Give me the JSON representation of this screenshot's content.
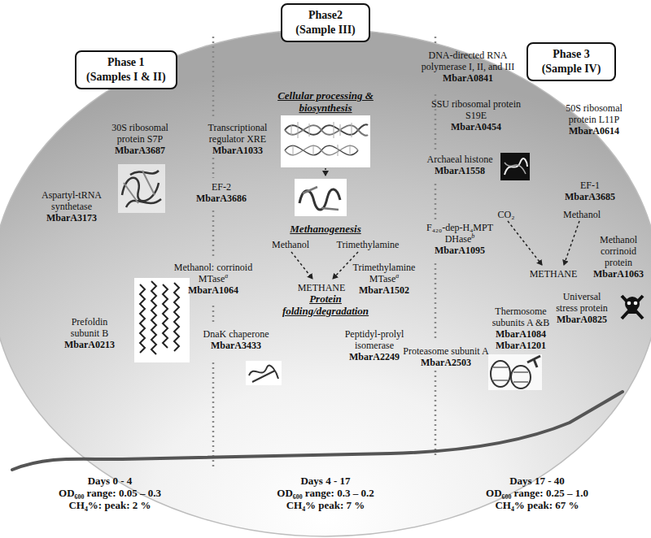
{
  "diagram": {
    "nodes": [
      {
        "text": [
          "Phase 1",
          "(Samples I & II)"
        ]
      },
      {
        "text": [
          "Phase2",
          "(Sample III)"
        ]
      },
      {
        "text": [
          "Phase 3",
          "(Sample IV)"
        ]
      }
    ],
    "labels": [
      "Cellular processing & biosynthesis",
      "Methanogenesis",
      "Protein folding/degradation",
      "30S ribosomal protein S7P",
      "MbarA3687",
      "Aspartyl-tRNA synthetase",
      "MbarA3173",
      "Prefoldin subunit B",
      "MbarA0213",
      "Transcriptional regulator XRE",
      "MbarA1033",
      "EF-2",
      "MbarA3686",
      "Methanol",
      "Trimethylamine",
      "Methanol: corrinoid MTase",
      "a",
      "MbarA1064",
      "Trimethylamine MTase",
      "a",
      "MbarA1502",
      "METHANE",
      "DnaK chaperone",
      "MbarA3433",
      "Peptidyl-prolyl isomerase",
      "MbarA2249",
      "DNA-directed RNA polymerase I, II, and III",
      "MbarA0841",
      "SSU ribosomal protein S19E",
      "MbarA0454",
      "50S ribosomal protein L11P",
      "MbarA0614",
      "Archaeal histone",
      "MbarA1558",
      "EF-1",
      "MbarA3685",
      "CO₂",
      "Methanol",
      "F₄₂₀-dep-H₄MPT DHase",
      "b",
      "MbarA1095",
      "Methanol corrinoid protein",
      "MbarA1063",
      "METHANE",
      "Thermosome subunits A &B",
      "MbarA1084",
      "MbarA1201",
      "Universal stress protein",
      "MbarA0825",
      "Proteasome subunit A",
      "MbarA2503",
      "Days 0 - 4",
      "OD₆₀₀ range: 0.05 – 0.3",
      "CH₄%: peak: 2 %",
      "Days 4 - 17",
      "OD₆₀₀ range: 0.3 – 0.2",
      "CH₄% peak: 7 %",
      "Days 17 - 40",
      "OD₆₀₀ range: 0.25 – 1.0",
      "CH₄% peak: 67 %"
    ]
  }
}
